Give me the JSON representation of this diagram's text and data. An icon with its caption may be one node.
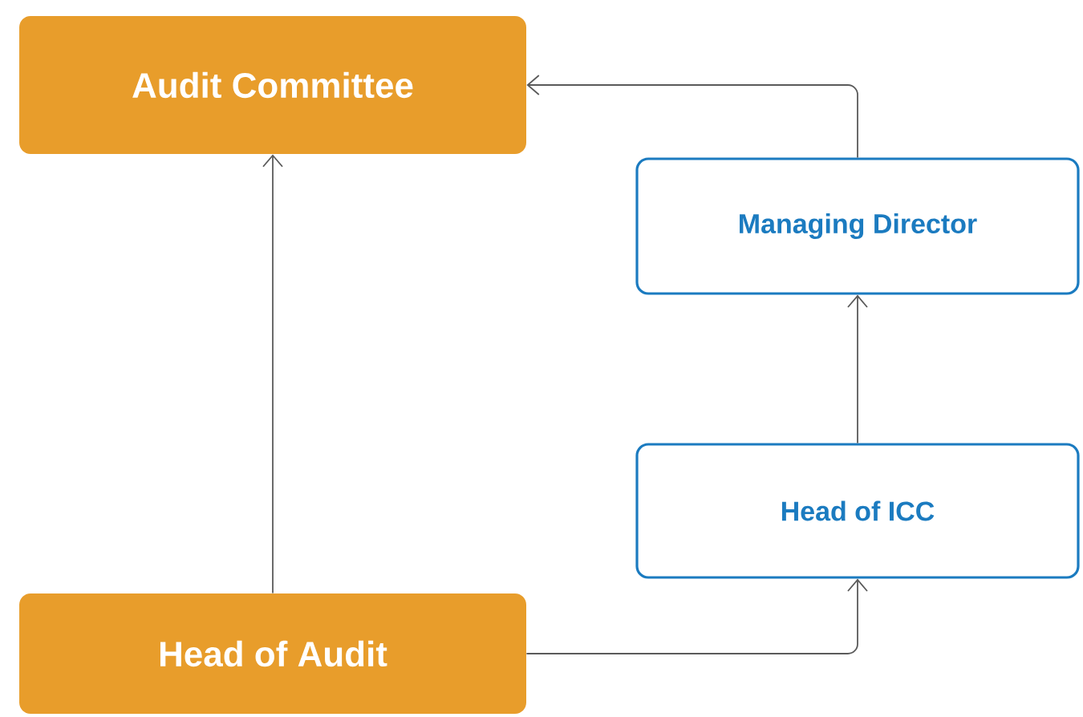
{
  "diagram": {
    "nodes": [
      {
        "text": [
          "Audit Committee"
        ]
      },
      {
        "text": [
          "Managing Director"
        ]
      },
      {
        "text": [
          "Head of ICC"
        ]
      },
      {
        "text": [
          "Head of Audit"
        ]
      }
    ],
    "edges": [
      {
        "from": 3,
        "to": 0,
        "arrow": "to"
      },
      {
        "from": 1,
        "to": 0,
        "arrow": "to"
      },
      {
        "from": 2,
        "to": 1,
        "arrow": "to"
      },
      {
        "from": 3,
        "to": 2,
        "arrow": "to"
      }
    ]
  }
}
